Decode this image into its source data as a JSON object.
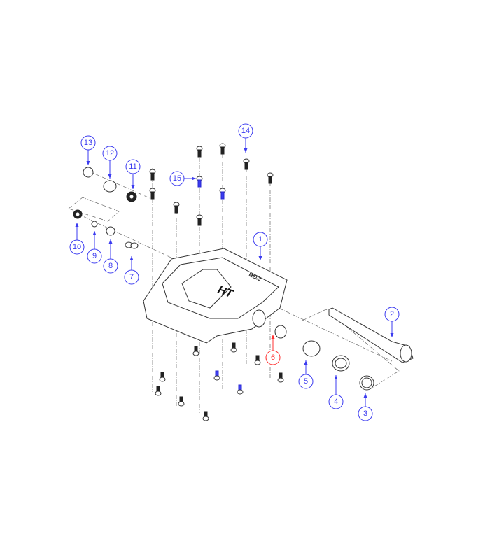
{
  "diagram": {
    "type": "exploded-parts-diagram",
    "logo_text": [
      "HT",
      "ME03"
    ],
    "colors": {
      "callout": "#3b3bf0",
      "highlight_callout": "#ff3030",
      "line": "#333333"
    },
    "callouts": [
      {
        "label": "1",
        "highlight": false
      },
      {
        "label": "2",
        "highlight": false
      },
      {
        "label": "3",
        "highlight": false
      },
      {
        "label": "4",
        "highlight": false
      },
      {
        "label": "5",
        "highlight": false
      },
      {
        "label": "6",
        "highlight": true
      },
      {
        "label": "7",
        "highlight": false
      },
      {
        "label": "8",
        "highlight": false
      },
      {
        "label": "9",
        "highlight": false
      },
      {
        "label": "10",
        "highlight": false
      },
      {
        "label": "11",
        "highlight": false
      },
      {
        "label": "12",
        "highlight": false
      },
      {
        "label": "13",
        "highlight": false
      },
      {
        "label": "14",
        "highlight": false
      },
      {
        "label": "15",
        "highlight": false
      }
    ]
  }
}
